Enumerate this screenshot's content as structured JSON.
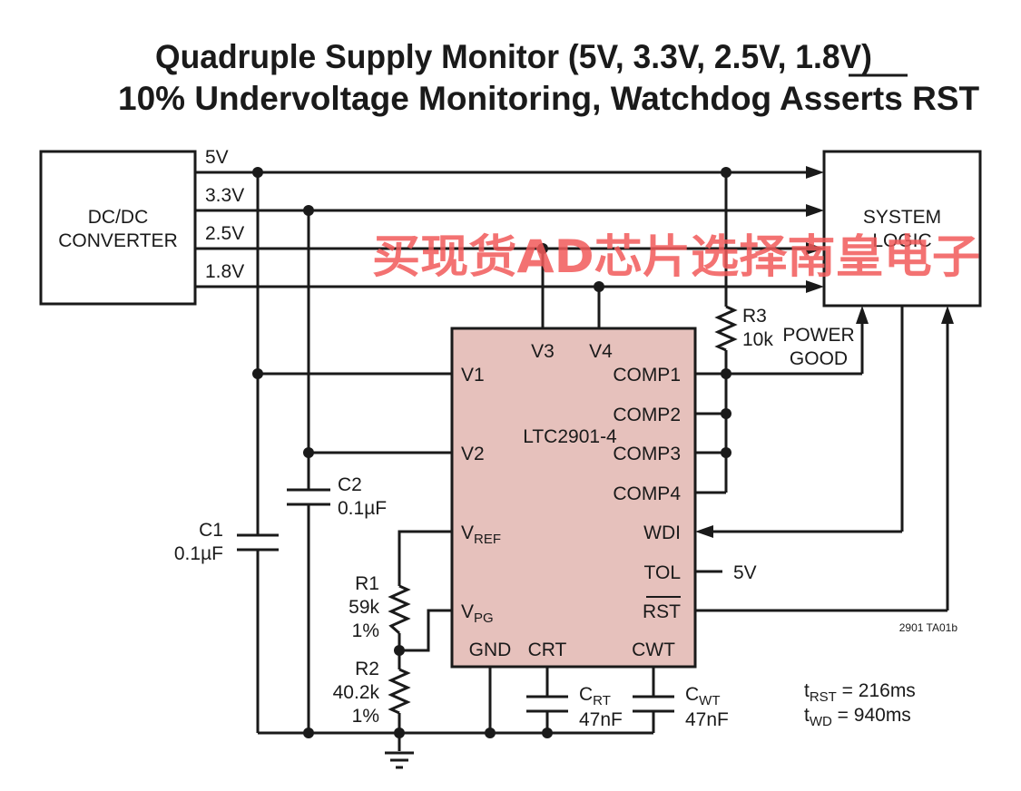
{
  "title": {
    "line1": "Quadruple Supply Monitor (5V, 3.3V, 2.5V, 1.8V)",
    "line2_prefix": "10% Undervoltage Monitoring, Watchdog Asserts ",
    "line2_rst": "RST"
  },
  "converter": {
    "line1": "DC/DC",
    "line2": "CONVERTER"
  },
  "system_logic": {
    "line1": "SYSTEM",
    "line2": "LOGIC"
  },
  "rails": [
    "5V",
    "3.3V",
    "2.5V",
    "1.8V"
  ],
  "chip": {
    "name": "LTC2901-4",
    "pins": {
      "v1": "V1",
      "v2": "V2",
      "v3": "V3",
      "v4": "V4",
      "vref_main": "V",
      "vref_sub": "REF",
      "vpg_main": "V",
      "vpg_sub": "PG",
      "gnd": "GND",
      "crt": "CRT",
      "cwt": "CWT",
      "comp1": "COMP1",
      "comp2": "COMP2",
      "comp3": "COMP3",
      "comp4": "COMP4",
      "wdi": "WDI",
      "tol": "TOL",
      "rst": "RST"
    }
  },
  "components": {
    "r3": {
      "name": "R3",
      "value": "10k"
    },
    "c1": {
      "name": "C1",
      "value": "0.1µF"
    },
    "c2": {
      "name": "C2",
      "value": "0.1µF"
    },
    "r1": {
      "name": "R1",
      "value": "59k",
      "tol": "1%"
    },
    "r2": {
      "name": "R2",
      "value": "40.2k",
      "tol": "1%"
    },
    "crt": {
      "main": "C",
      "sub": "RT",
      "value": "47nF"
    },
    "cwt": {
      "main": "C",
      "sub": "WT",
      "value": "47nF"
    }
  },
  "power_good": {
    "line1": "POWER",
    "line2": "GOOD"
  },
  "tol_supply": "5V",
  "figure_code": "2901 TA01b",
  "timing": {
    "rst": {
      "main": "t",
      "sub": "RST",
      "value": " = 216ms"
    },
    "wd": {
      "main": "t",
      "sub": "WD",
      "value": " = 940ms"
    }
  },
  "watermark": "买现货AD芯片选择南皇电子"
}
